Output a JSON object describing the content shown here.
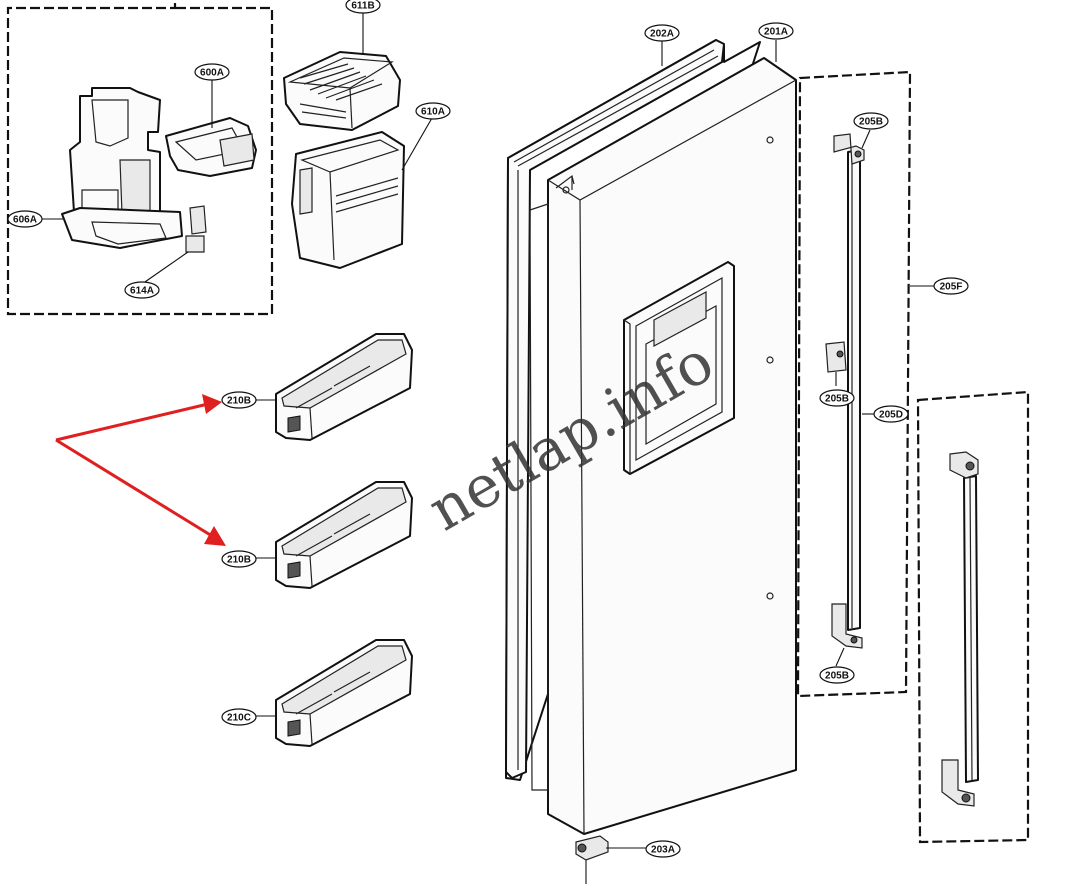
{
  "labels": {
    "l611B": "611B",
    "l600A": "600A",
    "l610A": "610A",
    "l606A": "606A",
    "l614A": "614A",
    "l202A": "202A",
    "l201A": "201A",
    "l205B_top": "205B",
    "l205F": "205F",
    "l205B_mid": "205B",
    "l205D": "205D",
    "l205B_bot": "205B",
    "l210B_top": "210B",
    "l210B_mid": "210B",
    "l210C": "210C",
    "l203A": "203A"
  },
  "watermark": "netlap.info",
  "colors": {
    "arrow": "#e02020",
    "line": "#111111",
    "background": "#ffffff"
  }
}
